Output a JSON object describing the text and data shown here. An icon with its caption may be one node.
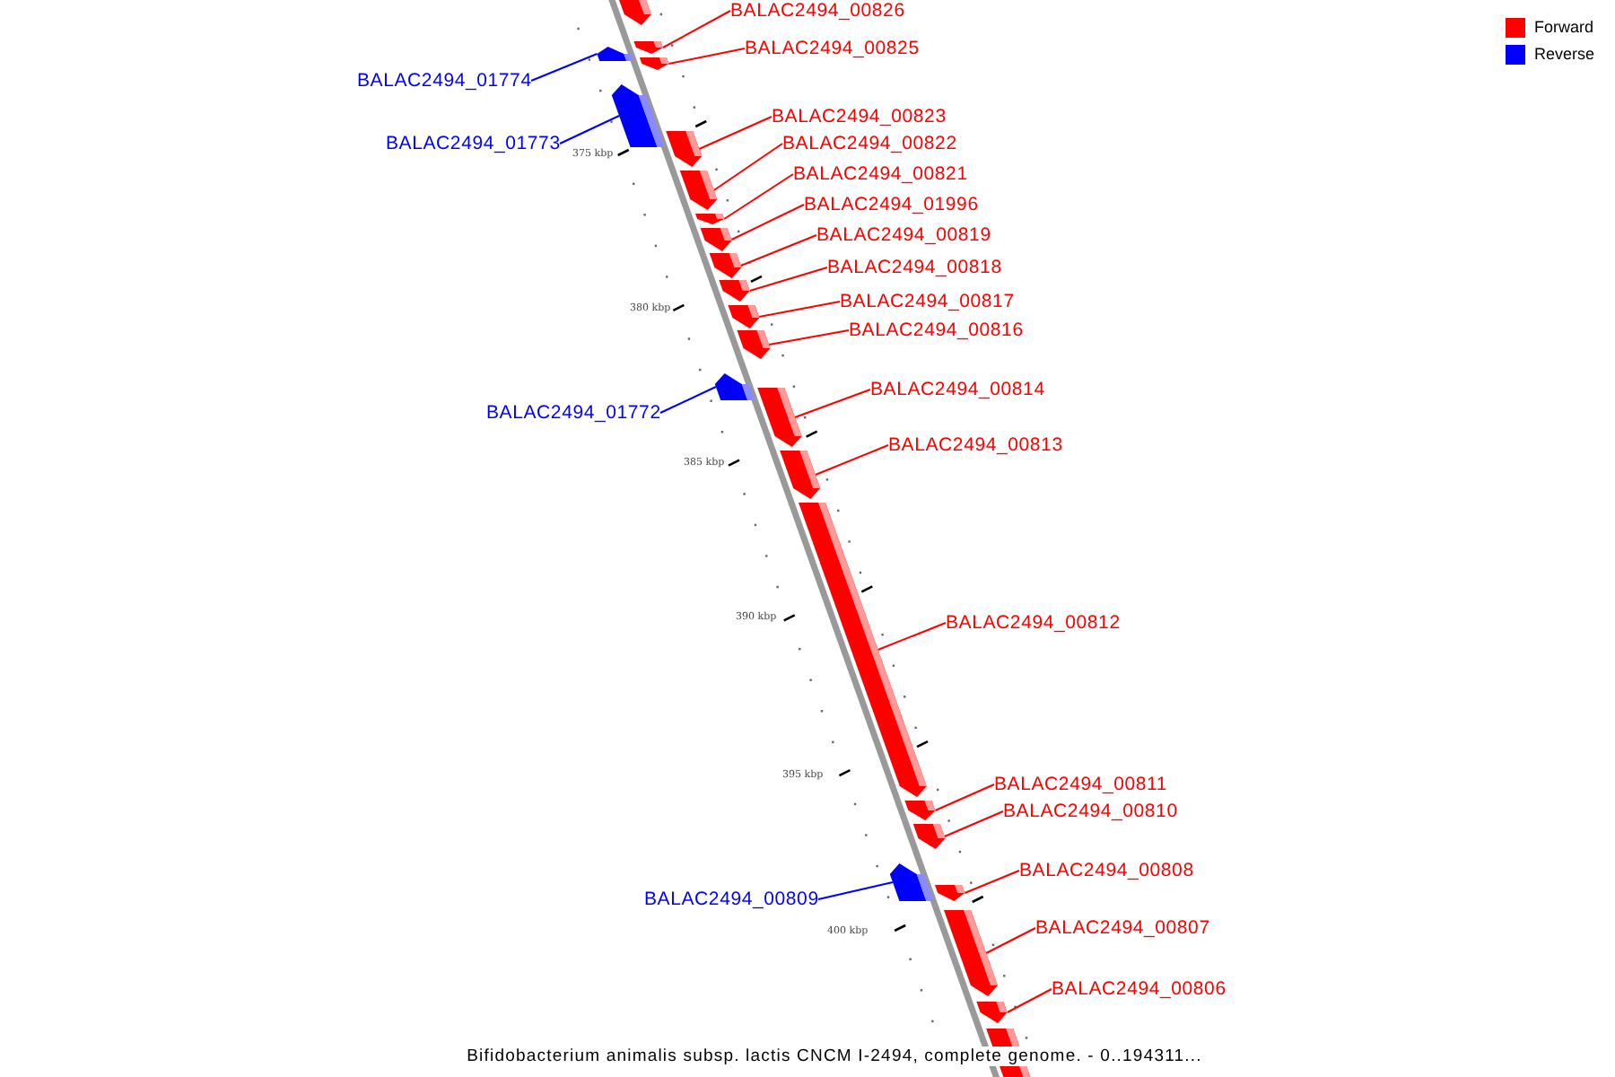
{
  "diagram": {
    "caption": "Bifidobacterium animalis subsp. lactis CNCM I-2494, complete genome. - 0..194311...",
    "nodes": [
      {
        "text": [],
        "shape": "arrow"
      },
      {
        "text": [
          "BALAC2494_00826"
        ]
      },
      {
        "text": [],
        "shape": "arrow"
      },
      {
        "text": [
          "BALAC2494_00825"
        ]
      },
      {
        "text": [],
        "shape": "arrow"
      },
      {
        "text": [
          "BALAC2494_01774"
        ]
      },
      {
        "text": [],
        "shape": "arrow"
      },
      {
        "text": [
          "BALAC2494_01773"
        ]
      },
      {
        "text": [],
        "shape": "arrow"
      },
      {
        "text": [
          "BALAC2494_00823"
        ]
      },
      {
        "text": [],
        "shape": "arrow"
      },
      {
        "text": [
          "BALAC2494_00822"
        ]
      },
      {
        "text": [],
        "shape": "arrow"
      },
      {
        "text": [
          "BALAC2494_00821"
        ]
      },
      {
        "text": [],
        "shape": "arrow"
      },
      {
        "text": [
          "BALAC2494_01996"
        ]
      },
      {
        "text": [],
        "shape": "arrow"
      },
      {
        "text": [
          "BALAC2494_00819"
        ]
      },
      {
        "text": [],
        "shape": "arrow"
      },
      {
        "text": [
          "BALAC2494_00818"
        ]
      },
      {
        "text": [],
        "shape": "arrow"
      },
      {
        "text": [
          "BALAC2494_00817"
        ]
      },
      {
        "text": [],
        "shape": "arrow"
      },
      {
        "text": [
          "BALAC2494_00816"
        ]
      },
      {
        "text": [],
        "shape": "arrow"
      },
      {
        "text": [
          "BALAC2494_01772"
        ]
      },
      {
        "text": [],
        "shape": "arrow"
      },
      {
        "text": [
          "BALAC2494_00814"
        ]
      },
      {
        "text": [],
        "shape": "arrow"
      },
      {
        "text": [
          "BALAC2494_00813"
        ]
      },
      {
        "text": [],
        "shape": "arrow"
      },
      {
        "text": [
          "BALAC2494_00812"
        ]
      },
      {
        "text": [],
        "shape": "arrow"
      },
      {
        "text": [
          "BALAC2494_00811"
        ]
      },
      {
        "text": [],
        "shape": "arrow"
      },
      {
        "text": [
          "BALAC2494_00810"
        ]
      },
      {
        "text": [],
        "shape": "arrow"
      },
      {
        "text": [
          "BALAC2494_00809"
        ]
      },
      {
        "text": [],
        "shape": "arrow"
      },
      {
        "text": [
          "BALAC2494_00808"
        ]
      },
      {
        "text": [],
        "shape": "arrow"
      },
      {
        "text": [
          "BALAC2494_00807"
        ]
      },
      {
        "text": [],
        "shape": "arrow"
      },
      {
        "text": [
          "BALAC2494_00806"
        ]
      },
      {
        "text": [],
        "shape": "arrow"
      },
      {
        "text": [],
        "shape": "arrow"
      }
    ],
    "edges": [
      {
        "from": 1,
        "to": 2,
        "arrow": "none"
      },
      {
        "from": 3,
        "to": 4,
        "arrow": "none"
      },
      {
        "from": 5,
        "to": 6,
        "arrow": "none",
        "color": "#0000ff"
      },
      {
        "from": 7,
        "to": 8,
        "arrow": "none",
        "color": "#0000ff"
      },
      {
        "from": 9,
        "to": 10,
        "arrow": "none"
      },
      {
        "from": 11,
        "to": 12,
        "arrow": "none"
      },
      {
        "from": 13,
        "to": 14,
        "arrow": "none"
      },
      {
        "from": 15,
        "to": 16,
        "arrow": "none"
      },
      {
        "from": 17,
        "to": 18,
        "arrow": "none"
      },
      {
        "from": 19,
        "to": 20,
        "arrow": "none"
      },
      {
        "from": 21,
        "to": 22,
        "arrow": "none"
      },
      {
        "from": 23,
        "to": 24,
        "arrow": "none"
      },
      {
        "from": 25,
        "to": 26,
        "arrow": "none",
        "color": "#0000ff"
      },
      {
        "from": 27,
        "to": 28,
        "arrow": "none"
      },
      {
        "from": 29,
        "to": 30,
        "arrow": "none"
      },
      {
        "from": 31,
        "to": 32,
        "arrow": "none"
      },
      {
        "from": 33,
        "to": 34,
        "arrow": "none"
      },
      {
        "from": 35,
        "to": 36,
        "arrow": "none"
      },
      {
        "from": 37,
        "to": 38,
        "arrow": "none",
        "color": "#0000ff"
      },
      {
        "from": 39,
        "to": 40,
        "arrow": "none"
      },
      {
        "from": 41,
        "to": 42,
        "arrow": "none"
      },
      {
        "from": 43,
        "to": 44,
        "arrow": "none"
      }
    ],
    "labels": [
      "375 kbp",
      "380 kbp",
      "385 kbp",
      "390 kbp",
      "395 kbp",
      "400 kbp"
    ],
    "legend": [
      {
        "text": "Forward",
        "color": "#ff0000"
      },
      {
        "text": "Reverse",
        "color": "#0000ff"
      }
    ]
  }
}
